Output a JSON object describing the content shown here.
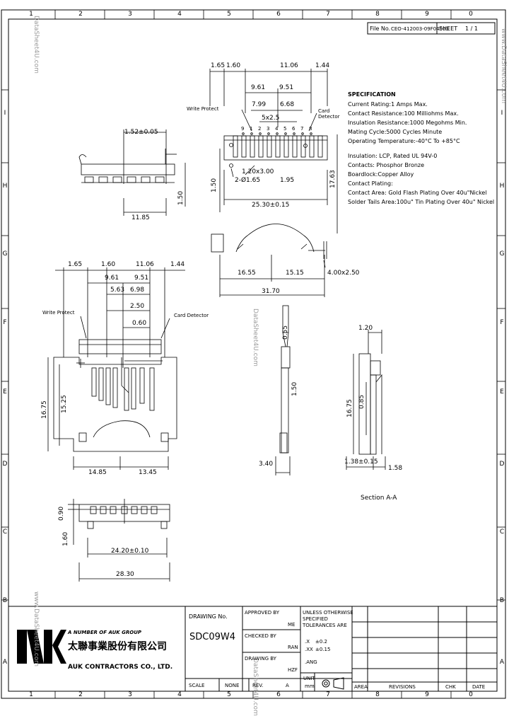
{
  "sheet": {
    "border_columns": [
      "1",
      "2",
      "3",
      "4",
      "5",
      "6",
      "7",
      "8",
      "9",
      "0"
    ],
    "border_rows": [
      "I",
      "H",
      "G",
      "F",
      "E",
      "D",
      "C",
      "B",
      "A"
    ],
    "file_no_label": "File No.",
    "file_no_value": "CEO-412003-09F04003",
    "sheet_label": "SHEET",
    "sheet_value": "1 / 1"
  },
  "watermarks": {
    "right": "www.DataSheet4U.com",
    "left_top": "DataSheet4U.com",
    "left_bottom": "www.DataSheet4U.com",
    "center_mid": "DataSheet4U.com",
    "center_bottom": "DataSheet4U.com"
  },
  "specifications": {
    "heading": "SPECIFICATION",
    "lines": [
      "Current Rating:1 Amps Max.",
      "Contact Resistance:100 Milliohms Max.",
      "Insulation Resistance:1000 Megohms Min.",
      "Mating Cycle:5000 Cycles Minute",
      "Operating Temperature:-40°C To +85°C",
      "Insulation: LCP, Rated UL 94V-0",
      "Contacts: Phosphor Bronze",
      "Boardlock:Copper Alloy",
      "Contact Plating:",
      "Contact Area: Gold Flash Plating Over 40u\"Nickel",
      "Solder Tails Area:100u\" Tin Plating Over 40u\" Nickel"
    ]
  },
  "top_view": {
    "dims_top": [
      "1.65",
      "1.60",
      "11.06",
      "1.44"
    ],
    "dims_row2": [
      "9.61",
      "9.51"
    ],
    "dims_row3": [
      "7.99",
      "6.68"
    ],
    "pitch": "5x2.5",
    "pin_labels": [
      "9",
      "1",
      "2",
      "3",
      "4",
      "5",
      "6",
      "7",
      "8"
    ],
    "write_protect": "Write Protect",
    "card_detector": "Card Detector",
    "slot": "1.20x3.00",
    "hole": "2-Ø1.65",
    "d_195": "1.95",
    "d_150": "1.50",
    "d_1763": "17.63",
    "width": "25.30±0.15",
    "d_1655": "16.55",
    "d_1515": "15.15",
    "d_3170": "31.70",
    "pad": "4.00x2.50"
  },
  "front_view": {
    "d_152": "1.52±0.05",
    "d_1185": "11.85",
    "d_150": "1.50"
  },
  "bottom_view": {
    "dims_top": [
      "1.65",
      "1.60",
      "11.06",
      "1.44"
    ],
    "dims_row2": [
      "9.61",
      "9.51"
    ],
    "dims_row3": [
      "5.63",
      "6.98"
    ],
    "d_250": "2.50",
    "d_060": "0.60",
    "write_protect": "Write Protect",
    "card_detector": "Card Detector",
    "d_1675": "16.75",
    "d_1325": "15.25",
    "d_1485": "14.85",
    "d_1345": "13.45"
  },
  "side_view": {
    "d_055": "0.55",
    "d_150": "1.50",
    "d_340": "3.40"
  },
  "section_view": {
    "d_120": "1.20",
    "d_1675": "16.75",
    "d_085": "0.85",
    "d_138": "1.38±0.15",
    "d_158": "1.58",
    "label": "Section A-A"
  },
  "rear_view": {
    "d_090": "0.90",
    "d_160": "1.60",
    "d_2420": "24.20±0.10",
    "d_2830": "28.30"
  },
  "title_block": {
    "company_tag": "A NUMBER OF AUK GROUP",
    "company_cn": "太聯事業股份有限公司",
    "company_en": "AUK CONTRACTORS CO., LTD.",
    "logo": "AUK",
    "drawing_no_label": "DRAWING No.",
    "drawing_no": "SDC09W4",
    "approved_by_label": "APPROVED BY",
    "approved_by": "ME",
    "checked_by_label": "CHECKED BY",
    "checked_by": "RAN",
    "drawing_by_label": "DRAWING BY",
    "drawing_by": "HZF",
    "tolerance_lines": [
      "UNLESS OTHERWISE",
      "SPECIFIED",
      "TOLERANCES ARE"
    ],
    "tol_x": ".X",
    "tol_x_val": "±0.2",
    "tol_xx": ".XX",
    "tol_xx_val": "±0.15",
    "tol_ang": ".ANG",
    "scale_label": "SCALE",
    "scale_value": "NONE",
    "rev_label": "REV.",
    "rev_value": "A",
    "unit_label": "UNIT",
    "unit_value": "mm",
    "area_label": "AREA",
    "revisions_label": "REVISIONS",
    "chk_label": "CHK",
    "date_label": "DATE"
  }
}
